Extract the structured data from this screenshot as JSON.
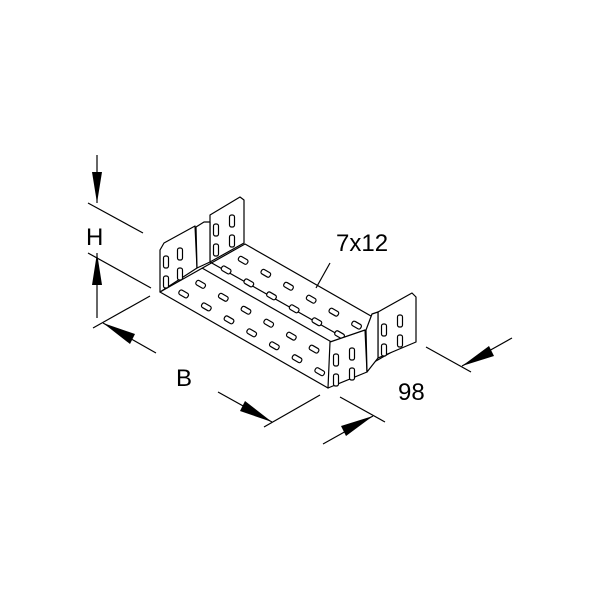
{
  "labels": {
    "height": "H",
    "width": "B",
    "length": "98",
    "hole_size": "7x12"
  }
}
